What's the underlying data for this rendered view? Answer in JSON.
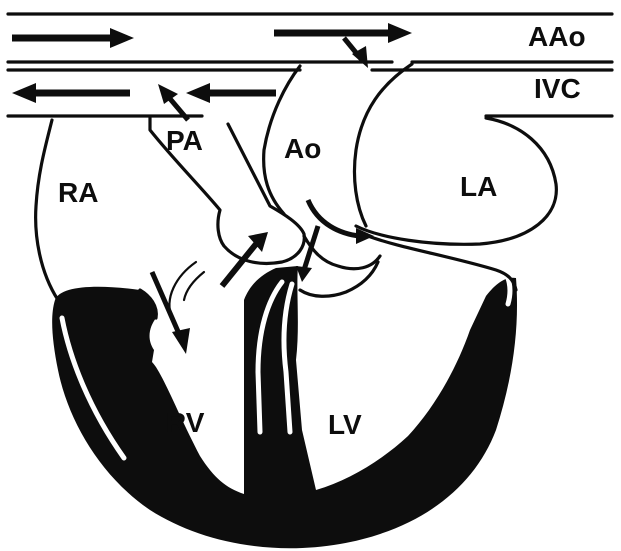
{
  "labels": {
    "aao": "AAo",
    "ivc": "IVC",
    "pa": "PA",
    "ao": "Ao",
    "ra": "RA",
    "la": "LA",
    "rv": "RV",
    "lv": "LV"
  },
  "colors": {
    "ink": "#0d0d0d",
    "background": "#ffffff"
  }
}
